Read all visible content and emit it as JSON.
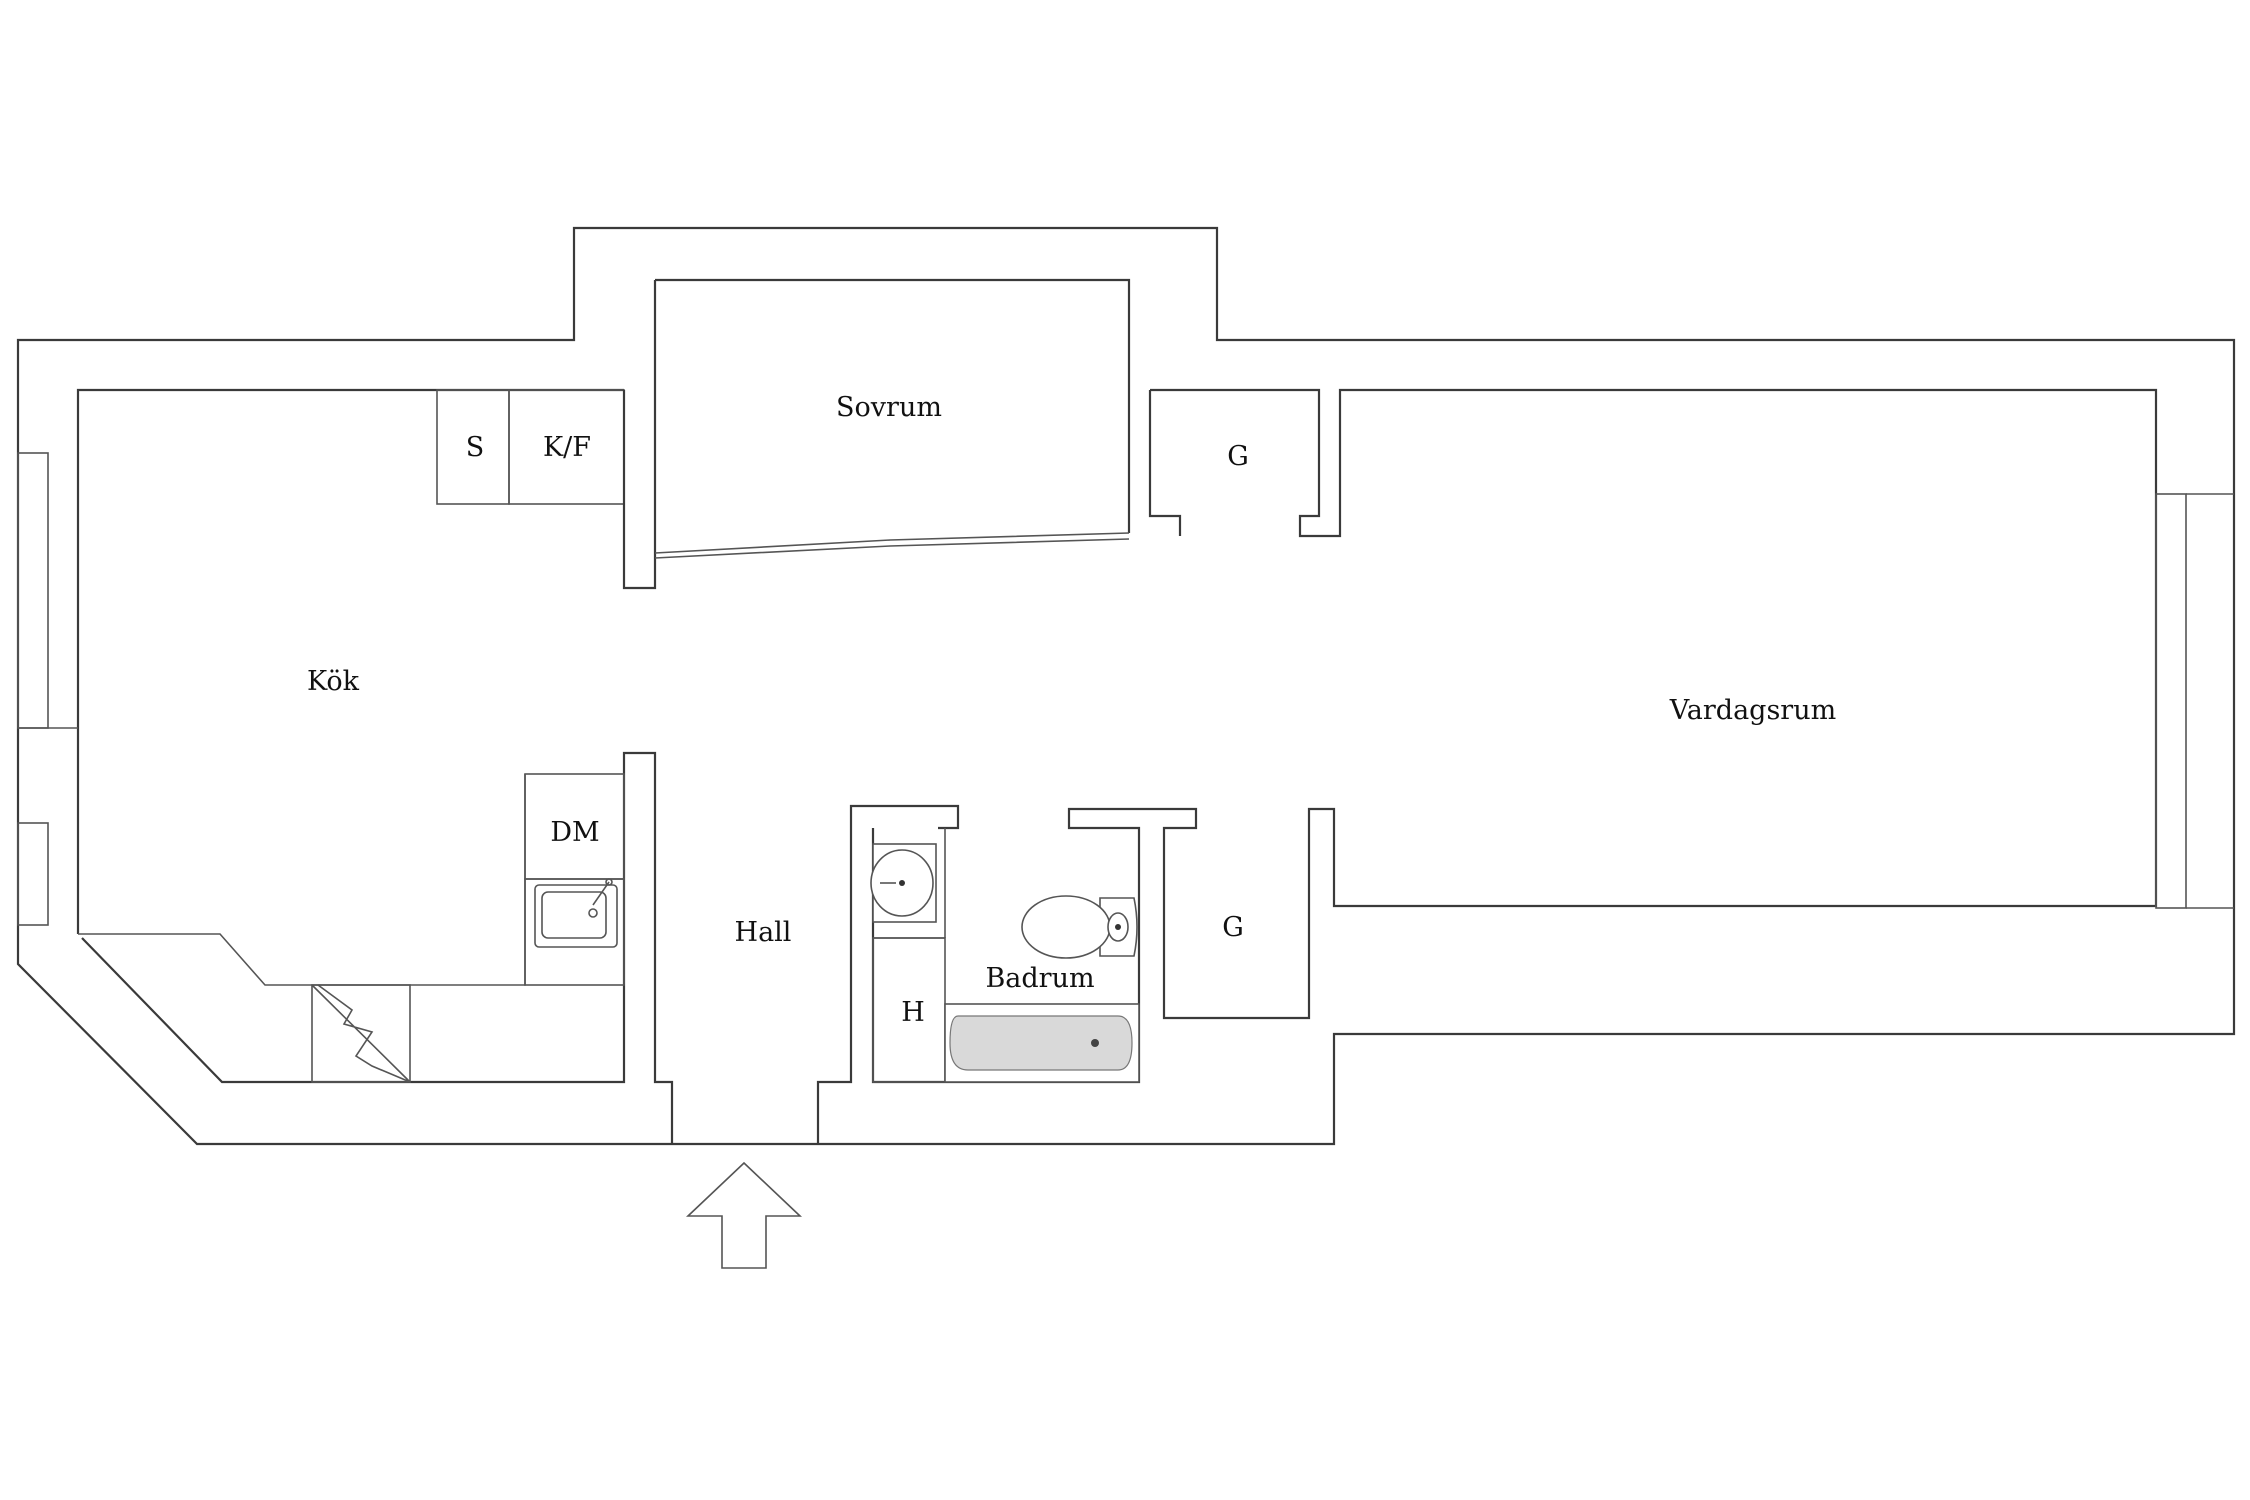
{
  "rooms": {
    "sovrum": "Sovrum",
    "kok": "Kök",
    "vardagsrum": "Vardagsrum",
    "hall": "Hall",
    "badrum": "Badrum"
  },
  "fixtures": {
    "s": "S",
    "kf": "K/F",
    "dm": "DM",
    "g_top": "G",
    "g_bottom": "G",
    "h": "H"
  },
  "icons": {
    "entrance": "entrance-arrow-icon",
    "sink": "kitchen-sink-icon",
    "washbasin": "washbasin-icon",
    "toilet": "toilet-icon",
    "bathtub": "bathtub-icon",
    "fireplace": "fireplace-icon"
  }
}
